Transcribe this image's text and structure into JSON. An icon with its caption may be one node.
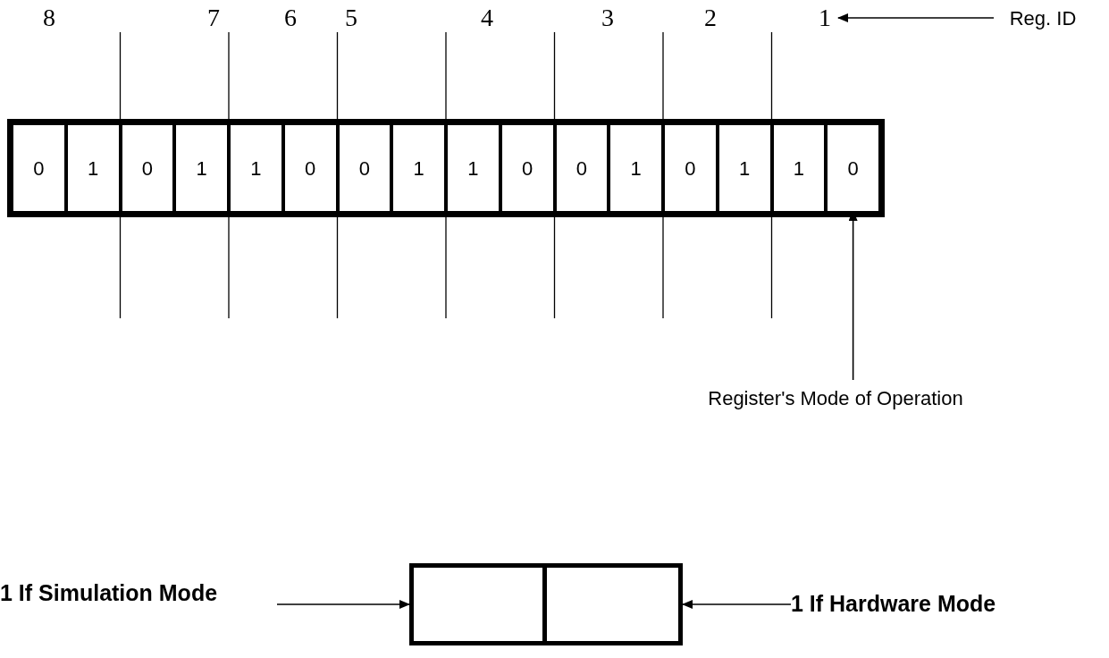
{
  "diagram": {
    "nodes": [
      {
        "text": [
          "0"
        ]
      },
      {
        "text": [
          "1"
        ]
      },
      {
        "text": [
          "0"
        ]
      },
      {
        "text": [
          "1"
        ]
      },
      {
        "text": [
          "1"
        ]
      },
      {
        "text": [
          "0"
        ]
      },
      {
        "text": [
          "0"
        ]
      },
      {
        "text": [
          "1"
        ]
      },
      {
        "text": [
          "1"
        ]
      },
      {
        "text": [
          "0"
        ]
      },
      {
        "text": [
          "0"
        ]
      },
      {
        "text": [
          "1"
        ]
      },
      {
        "text": [
          "0"
        ]
      },
      {
        "text": [
          "1"
        ]
      },
      {
        "text": [
          "1"
        ]
      },
      {
        "text": [
          "0"
        ]
      },
      {
        "text": [
          "1"
        ]
      },
      {
        "text": [
          "Reg. ID"
        ]
      },
      {
        "text": [
          "Register's Mode of Operation"
        ]
      },
      {
        "text": [],
        "shape": "box"
      },
      {
        "text": [],
        "shape": "box"
      },
      {
        "text": [
          "1 If Simulation Mode"
        ]
      },
      {
        "text": [
          "1 If Hardware Mode"
        ]
      }
    ],
    "edges": [
      {
        "from": 17,
        "to": 16,
        "arrow": "to"
      },
      {
        "from": 18,
        "to": 15,
        "arrow": "to"
      },
      {
        "from": 21,
        "to": 19,
        "arrow": "to"
      },
      {
        "from": 22,
        "to": 20,
        "arrow": "to"
      }
    ],
    "labels": [
      "8",
      "7",
      "6",
      "5",
      "4",
      "3",
      "2"
    ]
  }
}
